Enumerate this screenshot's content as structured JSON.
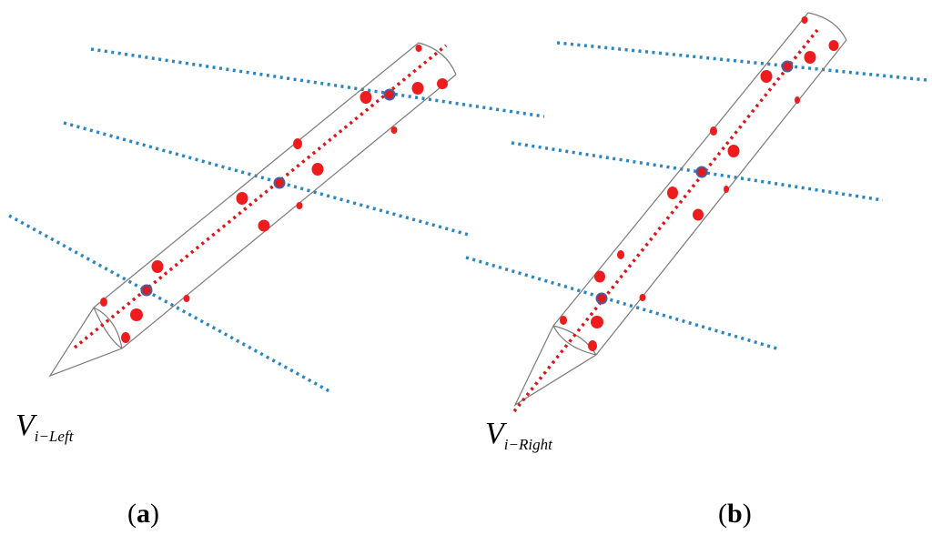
{
  "panels": [
    {
      "label_open": "(",
      "label_letter": "a",
      "label_close": ")",
      "variable_main": "V",
      "variable_sub": "i−Left"
    },
    {
      "label_open": "(",
      "label_letter": "b",
      "label_close": ")",
      "variable_main": "V",
      "variable_sub": "i−Right"
    }
  ],
  "colors": {
    "scan_lines": "#2a86c2",
    "axis_line": "#e0141b",
    "points": "#ee1c1c",
    "outline": "#7a7a7a"
  }
}
